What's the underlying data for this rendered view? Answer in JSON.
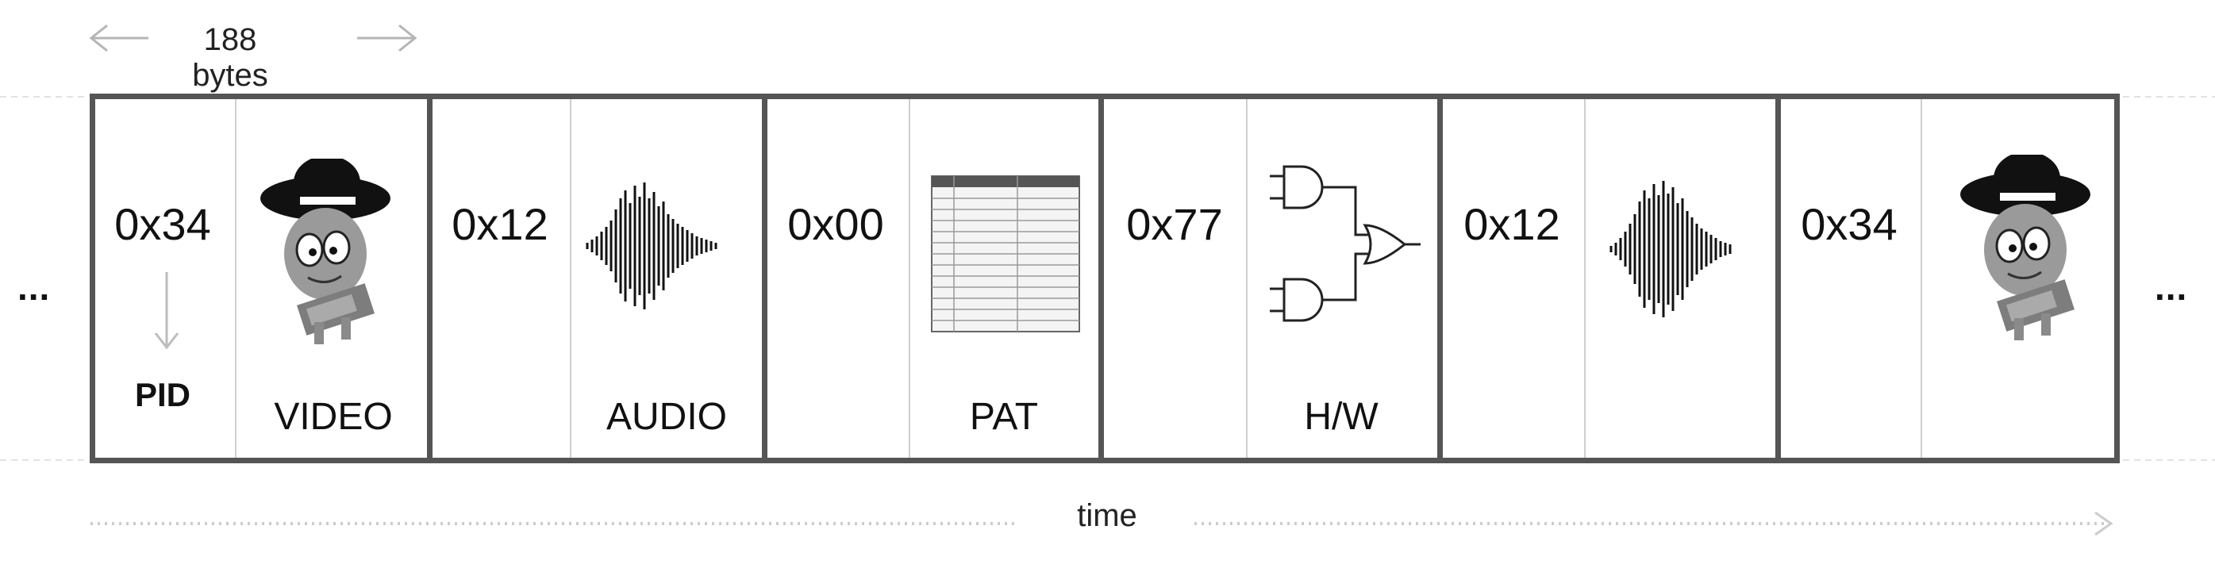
{
  "header": {
    "packet_size_label": "188 bytes",
    "time_label": "time",
    "ellipsis_left": "...",
    "ellipsis_right": "..."
  },
  "pid_caption": "PID",
  "packets": [
    {
      "pid": "0x34",
      "payload": "VIDEO",
      "icon": "cowboy-character-icon"
    },
    {
      "pid": "0x12",
      "payload": "AUDIO",
      "icon": "waveform-icon"
    },
    {
      "pid": "0x00",
      "payload": "PAT",
      "icon": "table-icon"
    },
    {
      "pid": "0x77",
      "payload": "H/W",
      "icon": "logic-gates-icon"
    },
    {
      "pid": "0x12",
      "payload": "",
      "icon": "waveform-icon"
    },
    {
      "pid": "0x34",
      "payload": "",
      "icon": "cowboy-character-icon"
    }
  ],
  "colors": {
    "border": "#555555",
    "inner_divider": "#cfcfcf",
    "arrow": "#bbbbbb",
    "dotted": "#cccccc"
  }
}
